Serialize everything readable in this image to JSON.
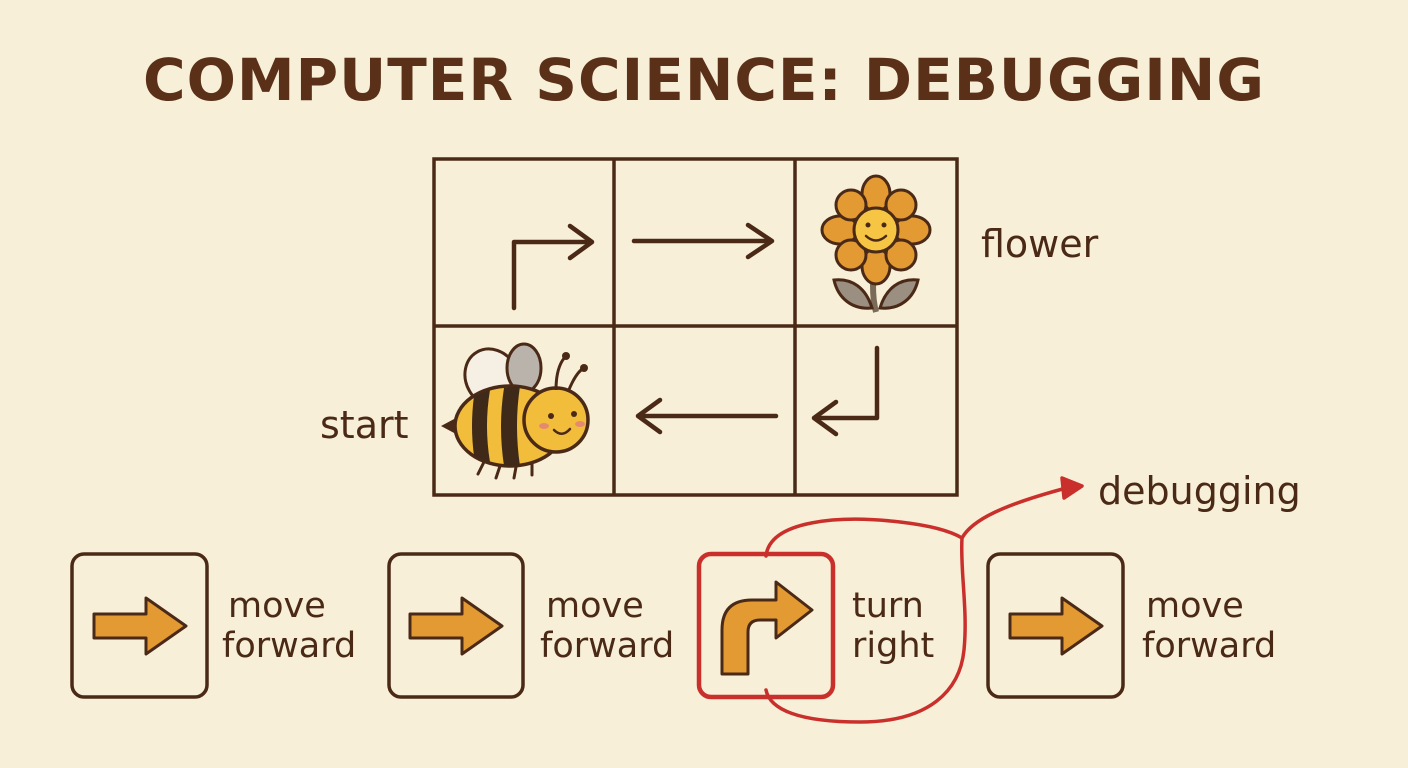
{
  "title": "COMPUTER SCIENCE: DEBUGGING",
  "labels": {
    "flower": "flower",
    "start": "start",
    "debugging": "debugging"
  },
  "commands": [
    {
      "line1": "move",
      "line2": "forward",
      "icon": "arrow-right-icon",
      "highlighted": false
    },
    {
      "line1": "move",
      "line2": "forward",
      "icon": "arrow-right-icon",
      "highlighted": false
    },
    {
      "line1": "turn",
      "line2": "right",
      "icon": "turn-right-icon",
      "highlighted": true
    },
    {
      "line1": "move",
      "line2": "forward",
      "icon": "arrow-right-icon",
      "highlighted": false
    }
  ],
  "colors": {
    "background": "#f8efd8",
    "ink": "#4a2a17",
    "orange": "#e39a33",
    "highlight": "#c9302c"
  }
}
